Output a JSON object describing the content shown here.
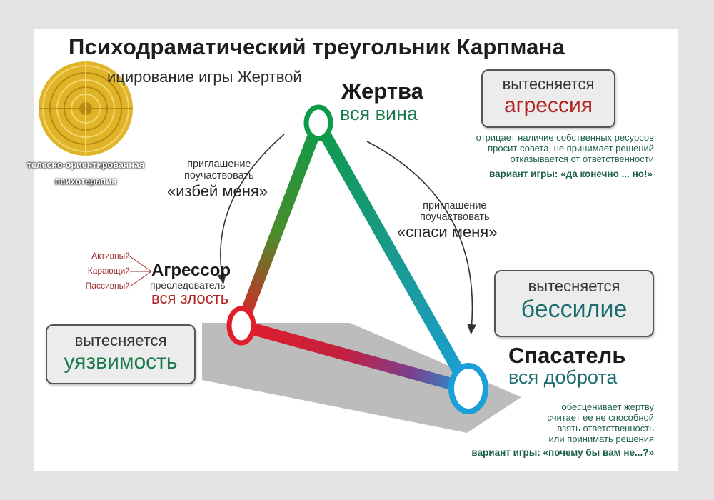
{
  "title": "Психодраматический треугольник Карпмана",
  "subtitle": "ицирование игры Жертвой",
  "logo": {
    "line1": "телесно-ориентированная",
    "line2": "психотерапия"
  },
  "victim": {
    "name": "Жертва",
    "sub": "вся вина",
    "box_line1": "вытесняется",
    "box_line2": "агрессия",
    "notes": [
      "отрицает наличие собственных ресурсов",
      "просит совета, не принимает решений",
      "отказывается от ответственности"
    ],
    "variant": "вариант игры: «да конечно ... но!»"
  },
  "aggressor": {
    "name": "Агрессор",
    "small": "преследователь",
    "sub": "вся злость",
    "types": [
      "Активный",
      "Карающий",
      "Пассивный"
    ],
    "box_line1": "вытесняется",
    "box_line2": "уязвимость"
  },
  "rescuer": {
    "name": "Спасатель",
    "sub": "вся доброта",
    "box_line1": "вытесняется",
    "box_line2": "бессилие",
    "notes": [
      "обесценивает жертву",
      "считает ее не способной",
      "взять ответственность",
      "или принимать решения"
    ],
    "variant": "вариант игры: «почему бы вам не...?»"
  },
  "invitations": {
    "left_small1": "приглашение",
    "left_small2": "поучаствовать",
    "left_big": "«избей меня»",
    "right_small1": "приглашение",
    "right_small2": "поучаствовать",
    "right_big": "«спаси меня»"
  },
  "colors": {
    "victim": "#0f9a48",
    "aggressor": "#e01e2a",
    "rescuer": "#1a9fd8",
    "accent_red": "#b22222",
    "accent_teal": "#1c6e6e",
    "accent_green": "#1a7a4a"
  }
}
